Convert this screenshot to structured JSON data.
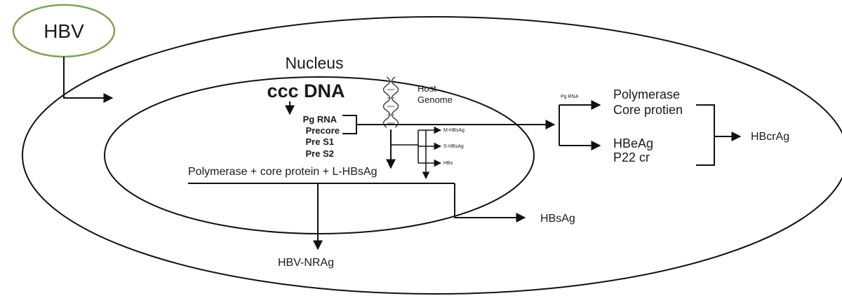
{
  "colors": {
    "virus_outline": "#7ea35a",
    "stroke": "#111111",
    "text": "#1a1a1a"
  },
  "labels": {
    "hbv": "HBV",
    "nucleus": "Nucleus",
    "ccc_dna": "ccc DNA",
    "host": "Host",
    "genome": "Genome",
    "transcripts": [
      "Pg RNA",
      "Precore",
      "Pre S1",
      "Pre S2"
    ],
    "small_products": [
      "M-HBsAg",
      "S-HBsAg",
      "HBx"
    ],
    "polymerase_sum": "Polymerase + core protein + L-HBsAg",
    "pg_rna_small": "Pg RNA",
    "polymerase": "Polymerase",
    "core_protein": "Core protien",
    "hbeag": "HBeAg",
    "p22cr": "P22 cr",
    "hbcrag": "HBcrAg",
    "hbsag": "HBsAg",
    "hbv_nrag": "HBV-NRAg"
  }
}
